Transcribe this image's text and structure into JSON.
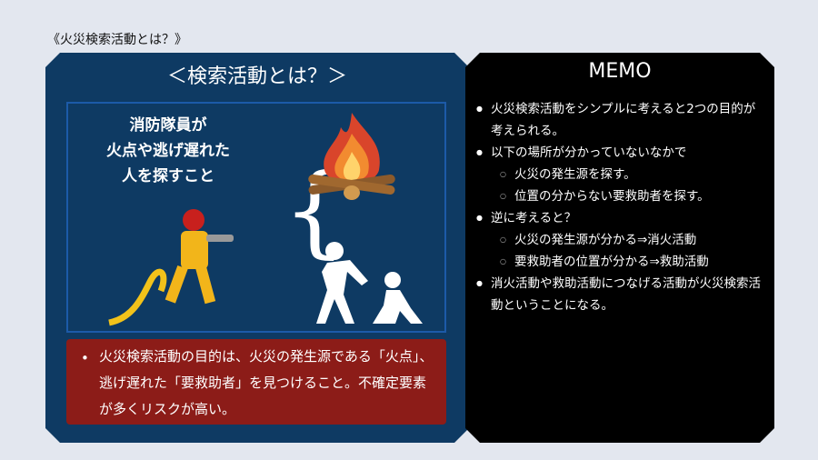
{
  "page_heading": "《火災検索活動とは？》",
  "left_panel": {
    "title": "＜検索活動とは？＞",
    "lead": [
      "消防隊員が",
      "火点や逃げ遅れた",
      "人を探すこと"
    ],
    "brace": "{",
    "summary": "火災検索活動の目的は、火災の発生源である「火点」、逃げ遅れた「要救助者」を見つけること。不確定要素が多くリスクが高い。"
  },
  "memo": {
    "title": "MEMO",
    "items": [
      {
        "level": 1,
        "text": "火災検索活動をシンプルに考えると2つの目的が考えられる。"
      },
      {
        "level": 1,
        "text": "以下の場所が分かっていないなかで"
      },
      {
        "level": 2,
        "text": "火災の発生源を探す。"
      },
      {
        "level": 2,
        "text": "位置の分からない要救助者を探す。"
      },
      {
        "level": 1,
        "text": "逆に考えると？"
      },
      {
        "level": 2,
        "text": "火災の発生源が分かる⇒消火活動"
      },
      {
        "level": 2,
        "text": "要救助者の位置が分かる⇒救助活動"
      },
      {
        "level": 1,
        "text": "消火活動や救助活動につなげる活動が火災検索活動ということになる。"
      }
    ]
  },
  "colors": {
    "left_bg": "#0e3a63",
    "memo_bg": "#000000",
    "summary_bg": "#8c1c18"
  }
}
